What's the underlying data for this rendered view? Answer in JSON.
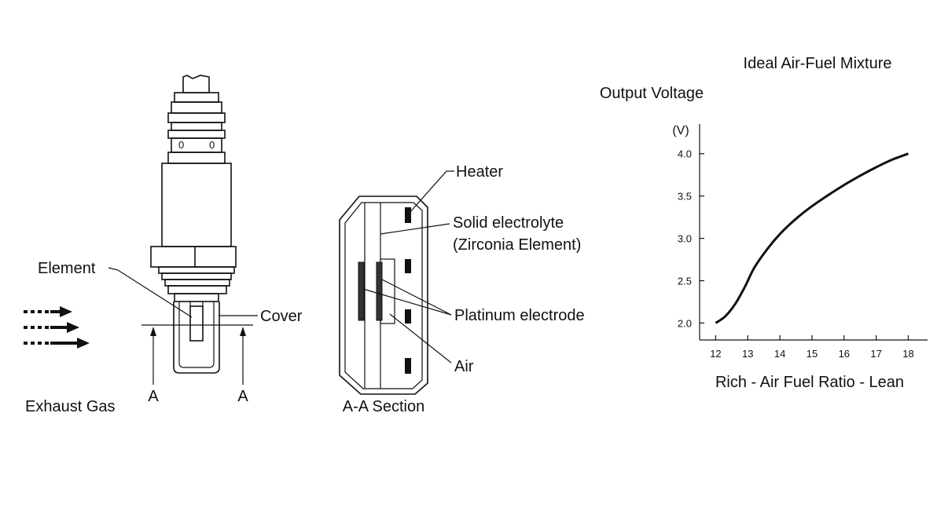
{
  "sensor": {
    "element_label": "Element",
    "cover_label": "Cover",
    "exhaust_label": "Exhaust Gas",
    "section_mark_left": "A",
    "section_mark_right": "A",
    "port_marks": [
      "0",
      "0"
    ]
  },
  "section": {
    "caption": "A-A Section",
    "heater_label": "Heater",
    "electrolyte_label_line1": "Solid electrolyte",
    "electrolyte_label_line2": "(Zirconia Element)",
    "electrode_label": "Platinum electrode",
    "air_label": "Air"
  },
  "chart_data": {
    "type": "line",
    "title": "Ideal Air-Fuel Mixture",
    "ylabel": "Output Voltage",
    "yunit": "(V)",
    "xlabel": "Rich - Air Fuel Ratio - Lean",
    "xlim": [
      11.5,
      18.6
    ],
    "ylim": [
      1.8,
      4.35
    ],
    "xticks": [
      12,
      13,
      14,
      15,
      16,
      17,
      18
    ],
    "yticks": [
      2.0,
      2.5,
      3.0,
      3.5,
      4.0
    ],
    "ytick_labels": [
      "2.0",
      "2.5",
      "3.0",
      "3.5",
      "4.0"
    ],
    "series": [
      {
        "x": [
          12,
          12.3,
          12.6,
          12.9,
          13.2,
          13.6,
          14.0,
          14.5,
          15.0,
          15.5,
          16.0,
          16.5,
          17.0,
          17.5,
          18.0
        ],
        "y": [
          2.0,
          2.08,
          2.22,
          2.42,
          2.65,
          2.87,
          3.05,
          3.23,
          3.38,
          3.51,
          3.63,
          3.74,
          3.84,
          3.93,
          4.0
        ]
      }
    ]
  }
}
